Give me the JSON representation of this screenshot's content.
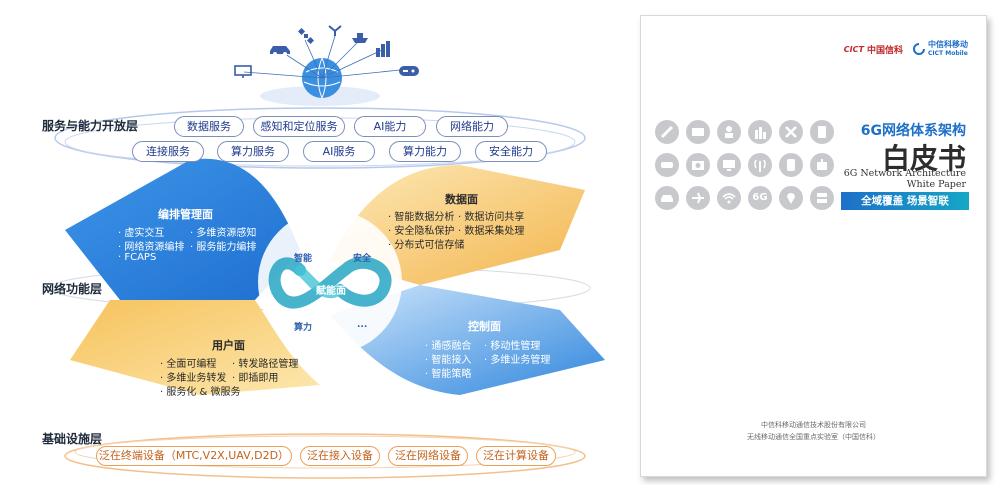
{
  "diagram": {
    "layers": {
      "service": "服务与能力开放层",
      "network": "网络功能层",
      "infra": "基础设施层"
    },
    "service_pills_row1": [
      "数据服务",
      "感知和定位服务",
      "AI能力",
      "网络能力"
    ],
    "service_pills_row2": [
      "连接服务",
      "算力服务",
      "AI服务",
      "算力能力",
      "安全能力"
    ],
    "orchestration": {
      "title": "编排管理面",
      "items": [
        "虚实交互",
        "多维资源感知",
        "网络资源编排",
        "服务能力编排",
        "FCAPS"
      ]
    },
    "data_plane": {
      "title": "数据面",
      "items": [
        "智能数据分析",
        "数据访问共享",
        "安全隐私保护",
        "数据采集处理",
        "分布式可信存储"
      ]
    },
    "user_plane": {
      "title": "用户面",
      "items": [
        "全面可编程",
        "转发路径管理",
        "多维业务转发",
        "即插即用",
        "服务化 & 微服务"
      ]
    },
    "control_plane": {
      "title": "控制面",
      "items": [
        "通感融合",
        "移动性管理",
        "智能接入",
        "多维业务管理",
        "智能策略"
      ]
    },
    "enabler": {
      "center": "赋能面",
      "labels": [
        "智能",
        "安全",
        "算力",
        "..."
      ]
    },
    "infra_pills": [
      "泛在终端设备（MTC,V2X,UAV,D2D）",
      "泛在接入设备",
      "泛在网络设备",
      "泛在计算设备"
    ],
    "top_icons": [
      "monitor-icon",
      "car-icon",
      "satellite-icon",
      "drone-icon",
      "ship-icon",
      "factory-icon",
      "gamepad-icon",
      "globe-icon"
    ]
  },
  "cover": {
    "logo_left": "中国信科",
    "logo_left_mark": "CICT",
    "logo_right": "中信科移动",
    "logo_right_sub": "CICT Mobile",
    "title_cn_small": "6G网络体系架构",
    "title_cn_big": "白皮书",
    "title_en_1": "6G Network Architecture",
    "title_en_2": "White Paper",
    "tagline": "全域覆盖 场景智联",
    "icon_6g": "6G",
    "icons": [
      "satellite-icon",
      "card-icon",
      "person-icon",
      "building-icon",
      "satellite-dish-icon",
      "phone-icon",
      "vr-icon",
      "camera-icon",
      "monitor-icon",
      "antenna-icon",
      "smartphone-icon",
      "robot-icon",
      "car-icon",
      "plane-icon",
      "wifi-icon",
      "6g-icon",
      "location-icon",
      "server-icon"
    ],
    "footer_1": "中信科移动通信技术股份有限公司",
    "footer_2": "无线移动通信全国重点实验室（中国信科）",
    "colors": {
      "accent": "#1e6fc8",
      "icon_gray": "#c7c9cc",
      "brand_red": "#c0282d"
    }
  }
}
